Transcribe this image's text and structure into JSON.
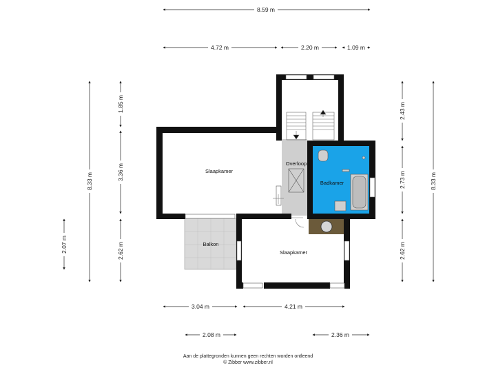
{
  "dimensions": {
    "top_total": "8.59 m",
    "top_left": "4.72 m",
    "top_mid": "2.20 m",
    "top_right": "1.09 m",
    "left_total": "8.33 m",
    "left_top": "1.85 m",
    "left_mid": "3.36 m",
    "left_bottom": "2.62 m",
    "left_outer": "2.07 m",
    "right_top": "2.43 m",
    "right_mid": "2.73 m",
    "right_bottom": "2.62 m",
    "right_total": "8.33 m",
    "bottom_left": "3.04 m",
    "bottom_right": "4.21 m",
    "bottom2_left": "2.08 m",
    "bottom2_right": "2.36 m"
  },
  "rooms": {
    "slaapkamer_1": "Slaapkamer",
    "overloop": "Overloop",
    "badkamer": "Badkamer",
    "balkon": "Balkon",
    "slaapkamer_2": "Slaapkamer"
  },
  "footer": {
    "line1": "Aan de plattegronden kunnen geen rechten worden ontleend",
    "line2": "© Zibber www.zibber.nl"
  },
  "colors": {
    "wall": "#111111",
    "bathroom": "#1aa3e8",
    "landing": "#cfcfcf",
    "balcony": "#d9d9d9",
    "storage": "#6b5a3a"
  }
}
